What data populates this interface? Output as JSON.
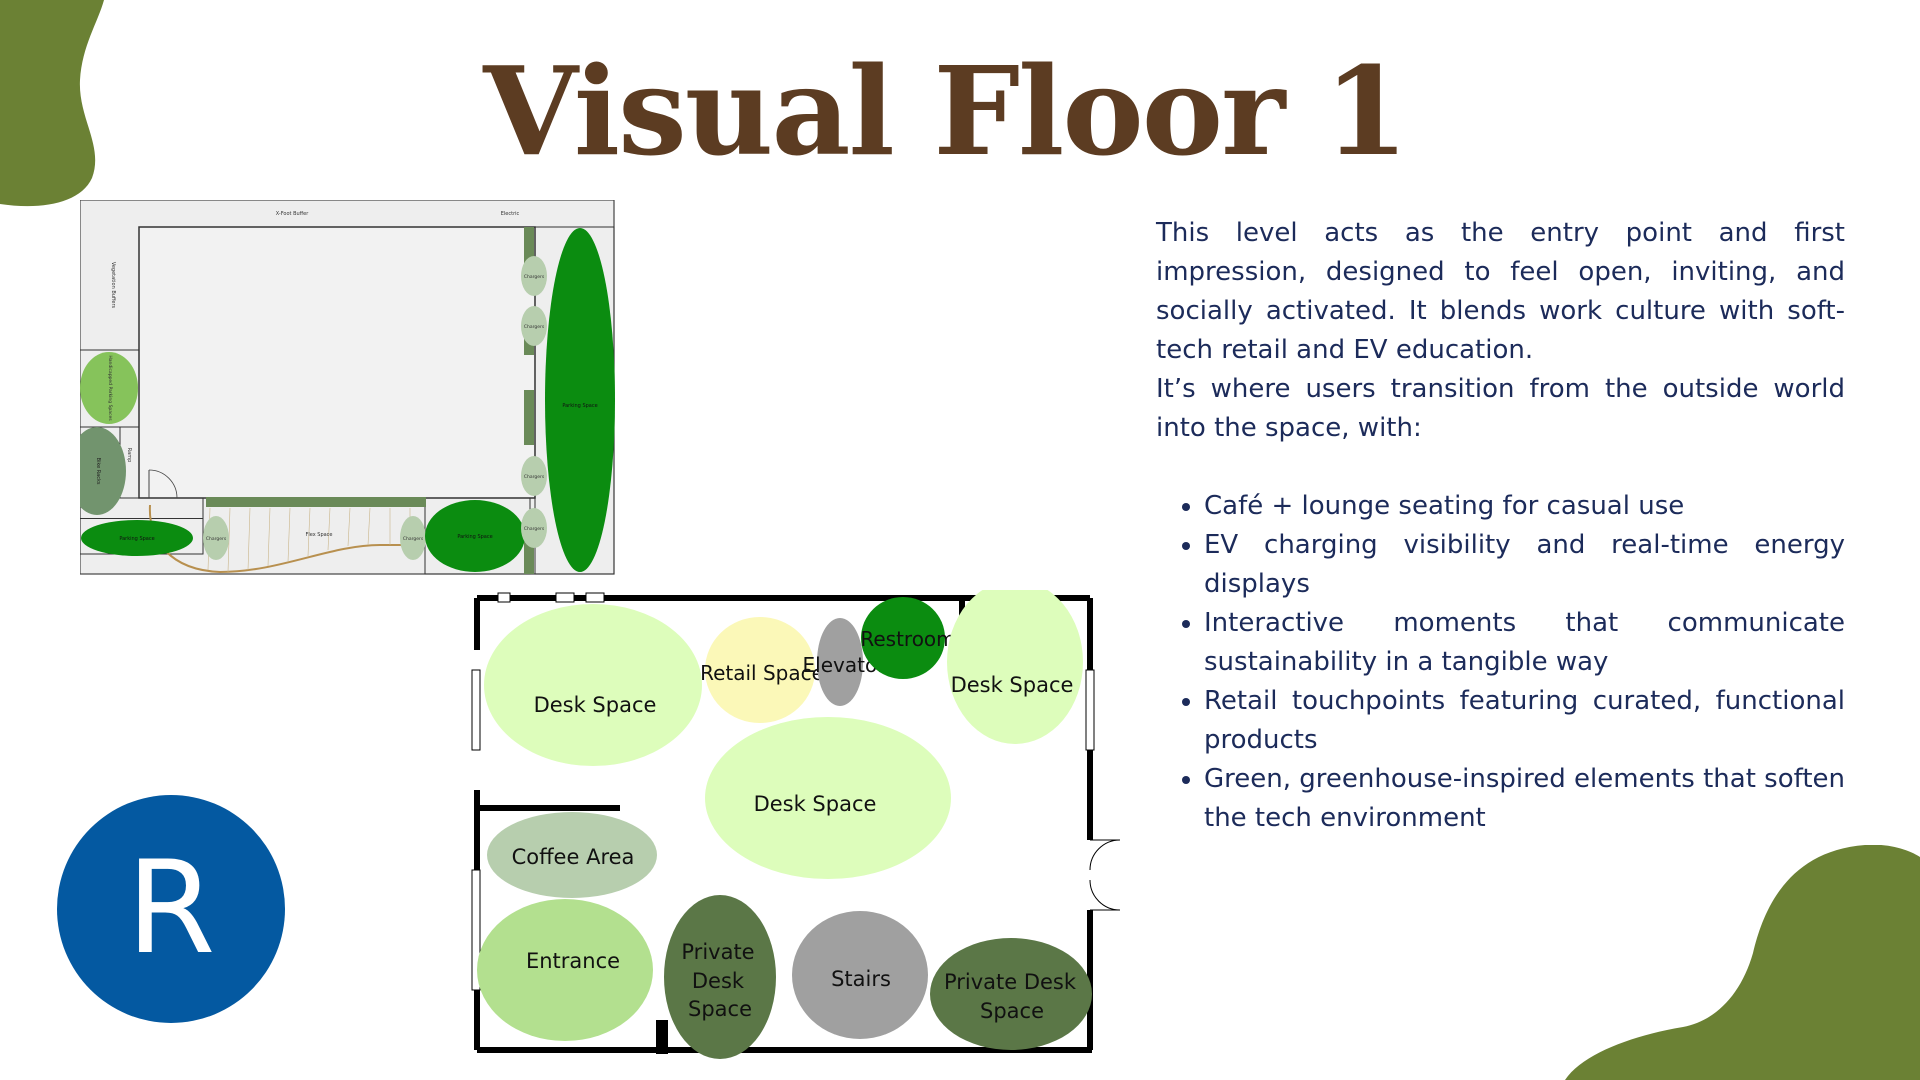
{
  "title": "Visual Floor 1",
  "colors": {
    "title": "#5c3c22",
    "body_text": "#1c2b5a",
    "decor_green": "#6b8134",
    "logo_blue": "#0459a1"
  },
  "description": {
    "intro": "This level acts as the entry point and first impression, designed to feel open, inviting, and socially activated. It blends work culture with soft-tech retail and EV education.",
    "transition": "It’s where users transition from the outside world into the space, with:",
    "bullets": [
      "Café + lounge seating for casual use",
      "EV charging visibility and real-time energy displays",
      "Interactive moments that communicate sustainability in a tangible way",
      "Retail touchpoints featuring curated, functional products",
      "Green, greenhouse-inspired elements that soften the tech environment"
    ]
  },
  "logo": {
    "letter": "R"
  },
  "site_plan": {
    "top_buffer": "X-Foot Buffer",
    "electric": "Electric",
    "vegetation_buffers": "Vegetation Buffers",
    "handicapped_parking": "Handicapped Parking Spaces",
    "bike_racks": "Bike Racks",
    "ramp": "Ramp",
    "flex_space": "Flex Space",
    "parking_space": "Parking Space",
    "chargers": "Chargers"
  },
  "floor_plan": {
    "desk_space": "Desk Space",
    "retail_space": "Retail Space",
    "elevator": "Elevator",
    "restroom": "Restroom",
    "coffee_area": "Coffee Area",
    "entrance": "Entrance",
    "private_desk_lines": [
      "Private",
      "Desk",
      "Space"
    ],
    "private_desk_space_lines": [
      "Private Desk",
      "Space"
    ],
    "stairs": "Stairs"
  }
}
